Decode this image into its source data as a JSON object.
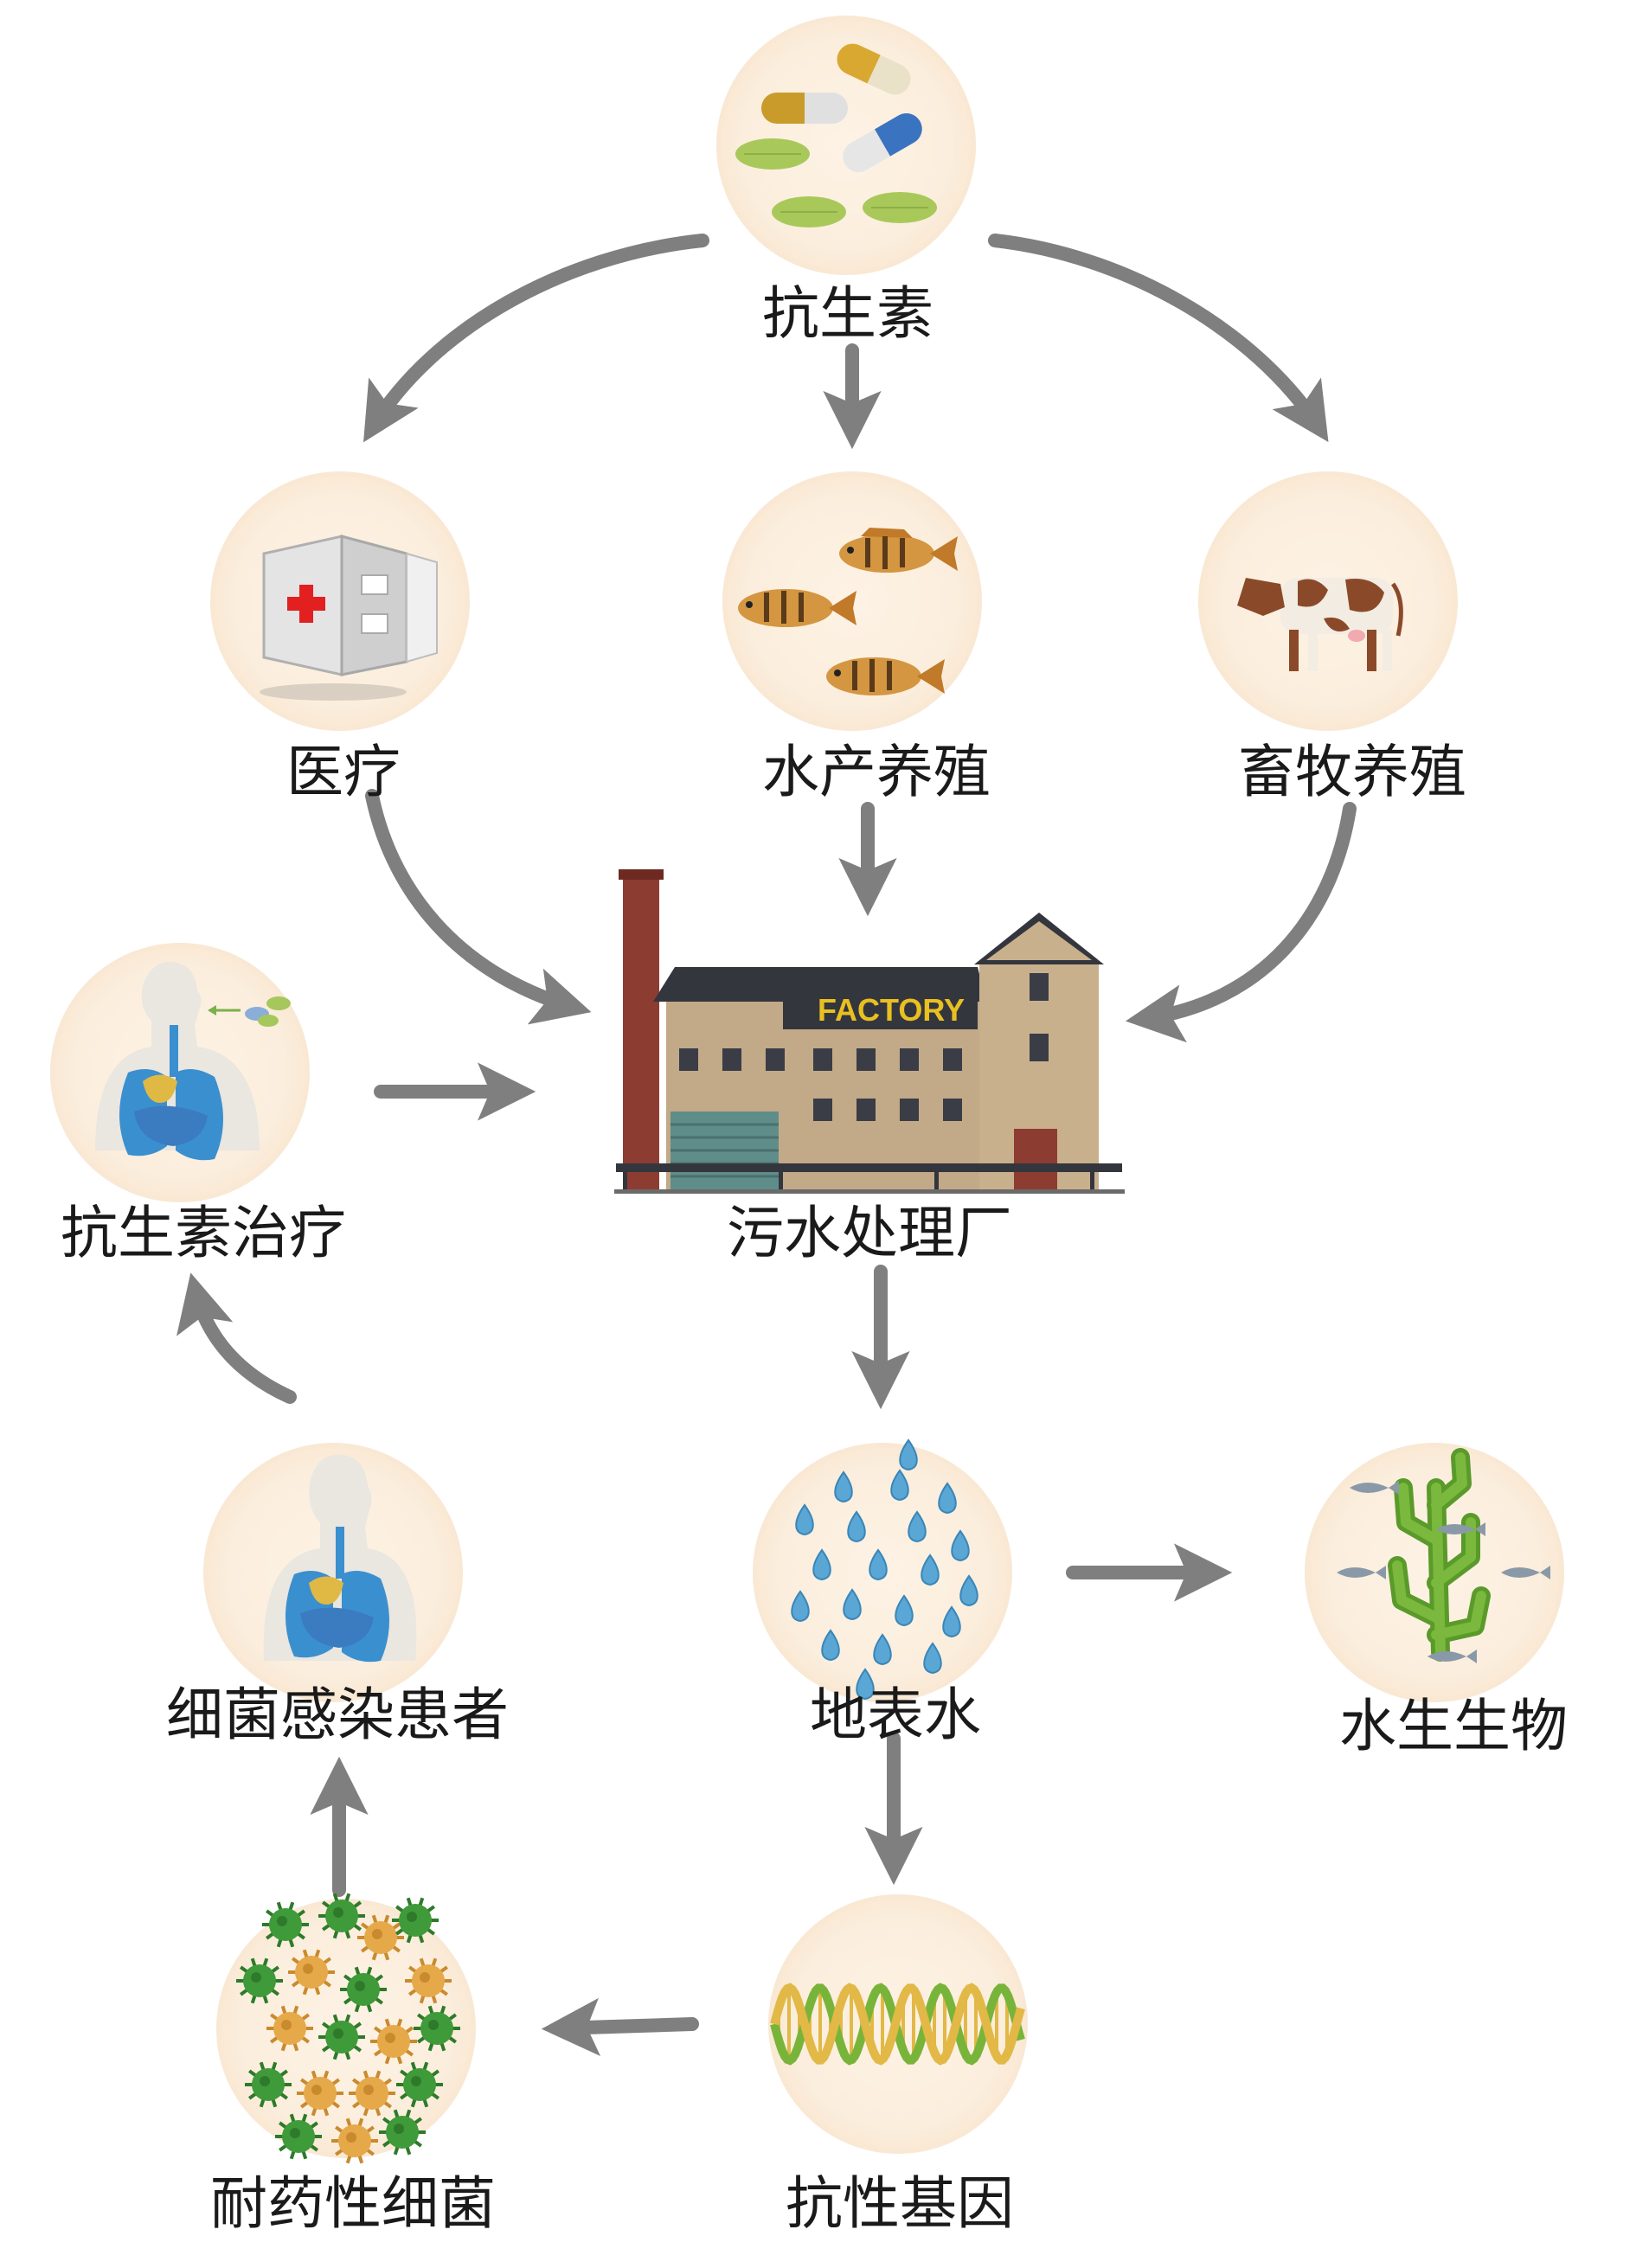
{
  "nodes": {
    "antibiotics": {
      "label": "抗生素",
      "icon": "pills-icon"
    },
    "medical": {
      "label": "医疗",
      "icon": "medical-cabinet-icon"
    },
    "aquaculture": {
      "label": "水产养殖",
      "icon": "fish-icon"
    },
    "livestock": {
      "label": "畜牧养殖",
      "icon": "cow-icon"
    },
    "factory": {
      "label": "污水处理厂",
      "icon": "factory-icon",
      "sign": "FACTORY"
    },
    "treatment": {
      "label": "抗生素治疗",
      "icon": "human-inhaling-icon"
    },
    "patient": {
      "label": "细菌感染患者",
      "icon": "human-body-icon"
    },
    "surface_water": {
      "label": "地表水",
      "icon": "water-drops-icon"
    },
    "aquatic_life": {
      "label": "水生生物",
      "icon": "seaweed-fish-icon"
    },
    "resistance_gene": {
      "label": "抗性基因",
      "icon": "dna-icon"
    },
    "resistant_bacteria": {
      "label": "耐药性细菌",
      "icon": "bacteria-icon"
    }
  },
  "colors": {
    "circle_bg": "#fbeedd",
    "arrow": "#7f7f7f",
    "text": "#1a1a1a"
  }
}
